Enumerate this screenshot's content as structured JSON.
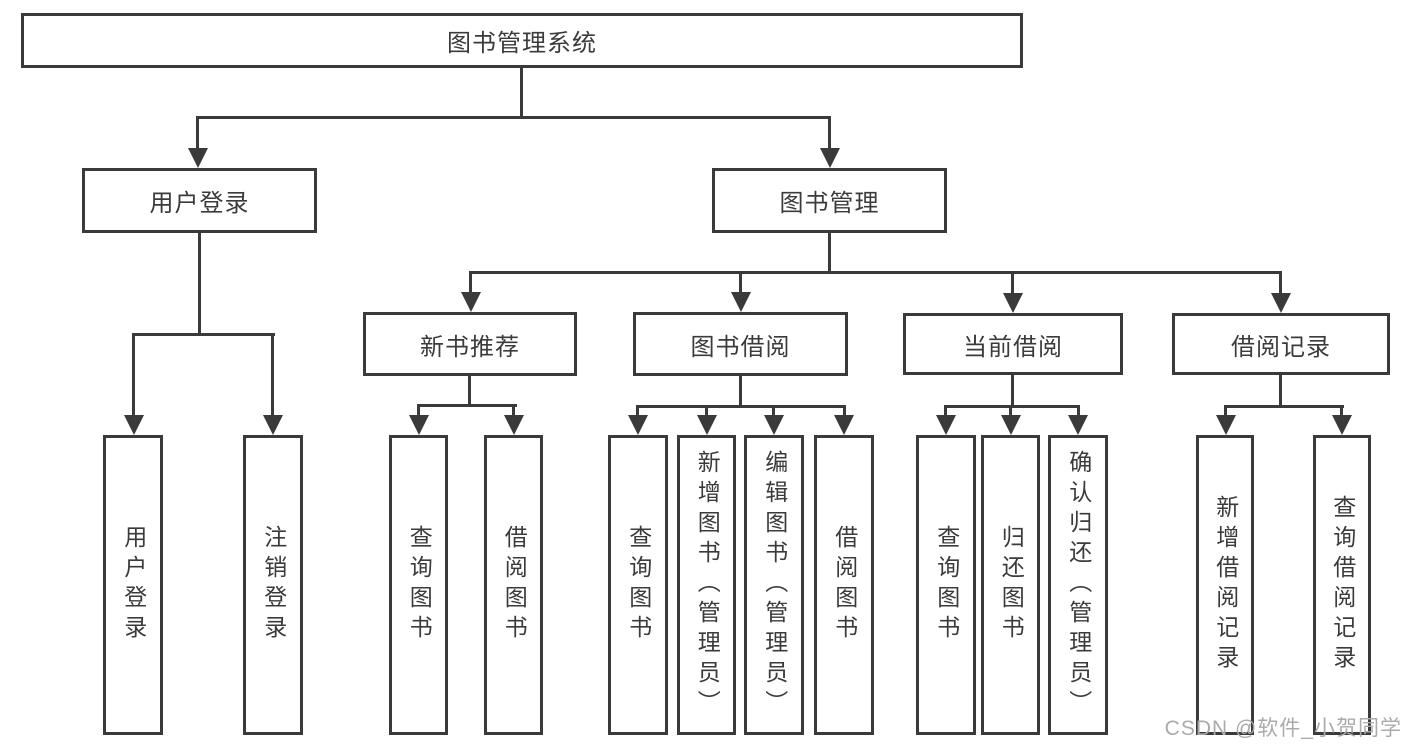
{
  "diagram_type": "hierarchy-tree",
  "tree": {
    "root": "图书管理系统",
    "branches": [
      {
        "label": "用户登录",
        "children": [
          {
            "label": "用户登录"
          },
          {
            "label": "注销登录"
          }
        ]
      },
      {
        "label": "图书管理",
        "children": [
          {
            "label": "新书推荐",
            "children": [
              {
                "label": "查询图书"
              },
              {
                "label": "借阅图书"
              }
            ]
          },
          {
            "label": "图书借阅",
            "children": [
              {
                "label": "查询图书"
              },
              {
                "label": "新增图书（管理员）"
              },
              {
                "label": "编辑图书（管理员）"
              },
              {
                "label": "借阅图书"
              }
            ]
          },
          {
            "label": "当前借阅",
            "children": [
              {
                "label": "查询图书"
              },
              {
                "label": "归还图书"
              },
              {
                "label": "确认归还（管理员）"
              }
            ]
          },
          {
            "label": "借阅记录",
            "children": [
              {
                "label": "新增借阅记录"
              },
              {
                "label": "查询借阅记录"
              }
            ]
          }
        ]
      }
    ]
  },
  "colors": {
    "line": "#3a3a3a",
    "text": "#3b3b3b",
    "background": "#ffffff",
    "watermark": "#ababab"
  },
  "watermark": "CSDN @软件_小贺同学"
}
